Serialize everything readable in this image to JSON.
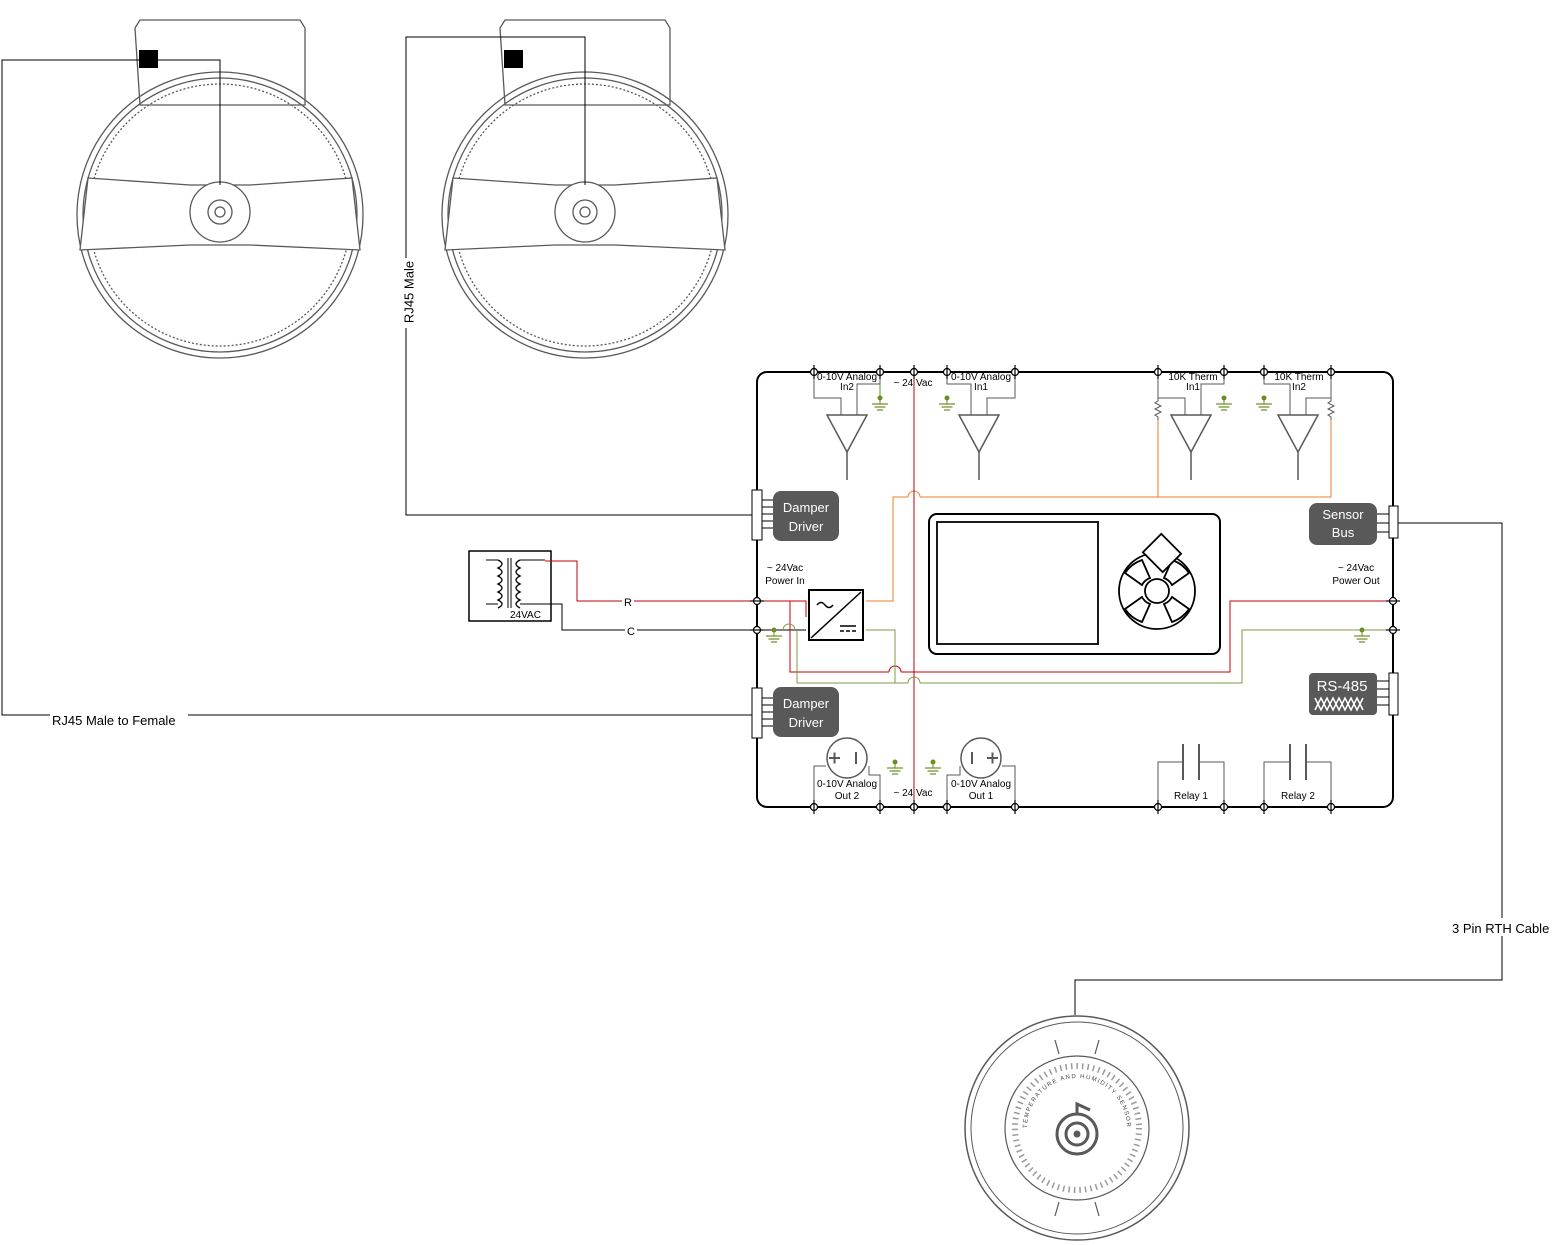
{
  "colors": {
    "wire_black": "#000000",
    "wire_red": "#c00000",
    "wire_orange": "#ed7d31",
    "wire_green": "#7f9a48",
    "ground": "#6b8e23",
    "module_fill": "#595959",
    "display_fill": "#ffffff",
    "drawing_gray": "#595959"
  },
  "labels": {
    "rj45_male_to_female": "RJ45 Male to Female",
    "rj45_male": "RJ45 Male",
    "three_pin_cable": "3 Pin RTH Cable",
    "transformer": "24VAC",
    "wire_r": "R",
    "wire_c": "C",
    "power_in_line1": "~ 24Vac",
    "power_in_line2": "Power In",
    "power_out_line1": "~ 24Vac",
    "power_out_line2": "Power Out",
    "vac_top": "~ 24 Vac",
    "vac_bottom": "~ 24 Vac",
    "sensor_ring_text": "TEMPERATURE AND HUMIDITY SENSOR"
  },
  "modules": {
    "damper_driver_top": [
      "Damper",
      "Driver"
    ],
    "damper_driver_bottom": [
      "Damper",
      "Driver"
    ],
    "sensor_bus": [
      "Sensor",
      "Bus"
    ],
    "rs485": "RS-485"
  },
  "terminals": {
    "analog_in2": [
      "0-10V Analog",
      "In2"
    ],
    "analog_in1": [
      "0-10V Analog",
      "In1"
    ],
    "therm_in1": [
      "10K Therm",
      "In1"
    ],
    "therm_in2": [
      "10K Therm",
      "In2"
    ],
    "analog_out2": [
      "0-10V Analog",
      "Out 2"
    ],
    "analog_out1": [
      "0-10V Analog",
      "Out 1"
    ],
    "relay1": "Relay 1",
    "relay2": "Relay 2"
  }
}
